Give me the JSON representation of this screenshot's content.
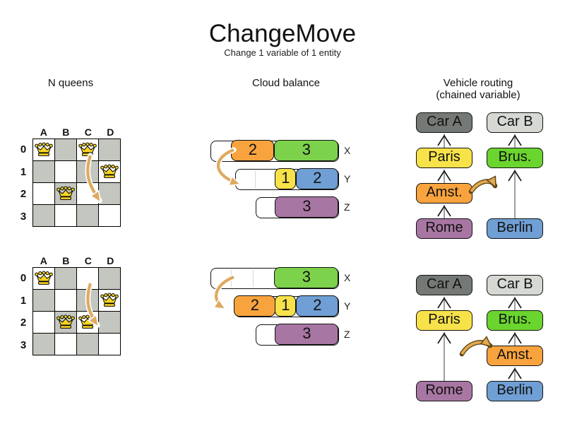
{
  "title": "ChangeMove",
  "subtitle": "Change 1 variable of 1 entity",
  "sections": {
    "nqueens_label": "N queens",
    "cloud_label": "Cloud balance",
    "vehicle_label": "Vehicle routing",
    "vehicle_sublabel": "(chained variable)"
  },
  "nqueens": {
    "col_labels": [
      "A",
      "B",
      "C",
      "D"
    ],
    "row_labels": [
      "0",
      "1",
      "2",
      "3"
    ],
    "before": {
      "queens": [
        "A0",
        "C0",
        "D1",
        "B2"
      ]
    },
    "after": {
      "queens": [
        "A0",
        "D1",
        "B2",
        "C2"
      ]
    }
  },
  "cloud": {
    "computer_labels": [
      "X",
      "Y",
      "Z"
    ],
    "before": {
      "x_processes": [
        "2",
        "3"
      ],
      "y_processes": [
        "1",
        "2"
      ],
      "z_processes": [
        "3"
      ]
    },
    "after": {
      "x_processes": [
        "3"
      ],
      "y_processes": [
        "2",
        "1",
        "2"
      ],
      "z_processes": [
        "3"
      ]
    }
  },
  "vehicle": {
    "before": {
      "left_chain": [
        "Car A",
        "Paris",
        "Amst.",
        "Rome"
      ],
      "right_chain": [
        "Car B",
        "Brus.",
        "Berlin"
      ]
    },
    "after": {
      "left_chain": [
        "Car A",
        "Paris",
        "Rome"
      ],
      "right_chain": [
        "Car B",
        "Brus.",
        "Amst.",
        "Berlin"
      ]
    }
  },
  "colors": {
    "board_dark_square": "#c3c7c0",
    "queen_gold": "#f7d426",
    "process_orange": "#f8a33d",
    "process_green": "#7cd24b",
    "process_yellow": "#f7e24a",
    "process_blue": "#6f9fd4",
    "process_purple": "#a876a3",
    "car_a_gray": "#757975",
    "car_b_gray": "#d6d9d3",
    "vehicle_green": "#6ad52e",
    "move_arrow_tan": "#ddaa60"
  }
}
